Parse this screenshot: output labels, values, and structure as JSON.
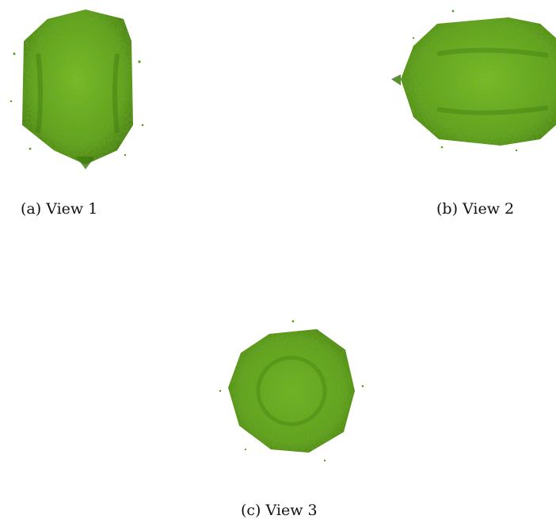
{
  "figure": {
    "panels": [
      {
        "id": "a",
        "caption": "(a) View 1"
      },
      {
        "id": "b",
        "caption": "(b) View 2"
      },
      {
        "id": "c",
        "caption": "(c) View 3"
      }
    ],
    "colors": {
      "surface": "#5a9e1a",
      "surface_light": "#7cc22a",
      "surface_dark": "#3f7a10",
      "background": "#ffffff"
    }
  }
}
